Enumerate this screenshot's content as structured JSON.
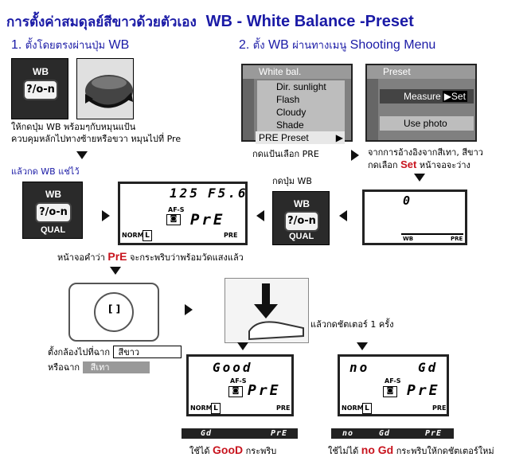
{
  "header": {
    "title_th": "การตั้งค่าสมดุลย์สีขาวด้วยตัวเอง",
    "title_en": "WB - White Balance -Preset"
  },
  "step1": {
    "number": "1.",
    "label_th": "ตั้งโดยตรงผ่านปุ่ม",
    "label_en": "WB"
  },
  "step2": {
    "number": "2.",
    "label_th": "ตั้ง",
    "label_wb": "WB",
    "label_th2": "ผ่านทางเมนู",
    "label_en": "Shooting Menu"
  },
  "camera_button": {
    "wb": "WB",
    "key": "?/o-n",
    "qual": "QUAL"
  },
  "caption1": {
    "line1": "ให้กดปุ่ม WB พร้อมๆกับหมุนแป้น",
    "line2": "ควบคุมหลักไปทางซ้ายหรือขวา หมุนไปที่ Pre"
  },
  "caption_hold": "แล้วกด WB แช่ไว้",
  "menu1": {
    "title": "White bal.",
    "items": [
      {
        "label": "Dir. sunlight",
        "icon": "sun-icon"
      },
      {
        "label": "Flash",
        "icon": "flash-icon"
      },
      {
        "label": "Cloudy",
        "icon": "cloud-icon"
      },
      {
        "label": "Shade",
        "icon": "shade-icon"
      }
    ],
    "preset_code": "PRE",
    "preset_label": "Preset"
  },
  "menu2": {
    "title": "Preset",
    "measure": "Measure",
    "set": "Set",
    "use_photo": "Use photo"
  },
  "caption_press_pre": "กดแป้นเลือก PRE",
  "caption_set": {
    "line1": "จากการอ้างอิงจากสีเทา, สีขาว",
    "line2_pre": "กดเลือก",
    "set_word": "Set",
    "line2_post": "หน้าจอจะว่าง"
  },
  "caption_press_wb": "กดปุ่ม WB",
  "lcd_main": {
    "shutter": "125",
    "aperture": "F5.6",
    "mode": "PrE",
    "norm": "NORM",
    "l": "L",
    "af": "AF-S",
    "pre": "PRE"
  },
  "lcd_blank": {
    "digit": "0",
    "wb": "WB",
    "pre": "PRE"
  },
  "caption_blink": {
    "pre": "หน้าจอคำว่า",
    "word": "PrE",
    "post": "จะกระพริบว่าพร้อมวัดแสงแล้ว"
  },
  "caption_subject": {
    "line1": "ตั้งกล้องไปที่ฉาก",
    "box1": "สีขาว",
    "line2": "หรือฉาก",
    "box2": "สีเทา"
  },
  "caption_shutter": "แล้วกดชัตเตอร์ 1 ครั้ง",
  "lcd_good": {
    "top": "Good",
    "mode": "PrE",
    "af": "AF-S",
    "norm": "NORM",
    "l": "L",
    "pre": "PRE",
    "strip_left": "Gd",
    "strip_right": "PrE"
  },
  "lcd_nogood": {
    "top1": "no",
    "top2": "Gd",
    "mode": "PrE",
    "af": "AF-S",
    "norm": "NORM",
    "l": "L",
    "pre": "PRE",
    "strip_left": "no",
    "strip_mid": "Gd",
    "strip_right": "PrE"
  },
  "result_good": {
    "pre": "ใช้ได้",
    "word": "GooD",
    "post": "กระพริบ"
  },
  "result_bad": {
    "pre": "ใช้ไม่ได้",
    "word": "no Gd",
    "post": "กระพริบให้กดชัตเตอร์ใหม่"
  }
}
